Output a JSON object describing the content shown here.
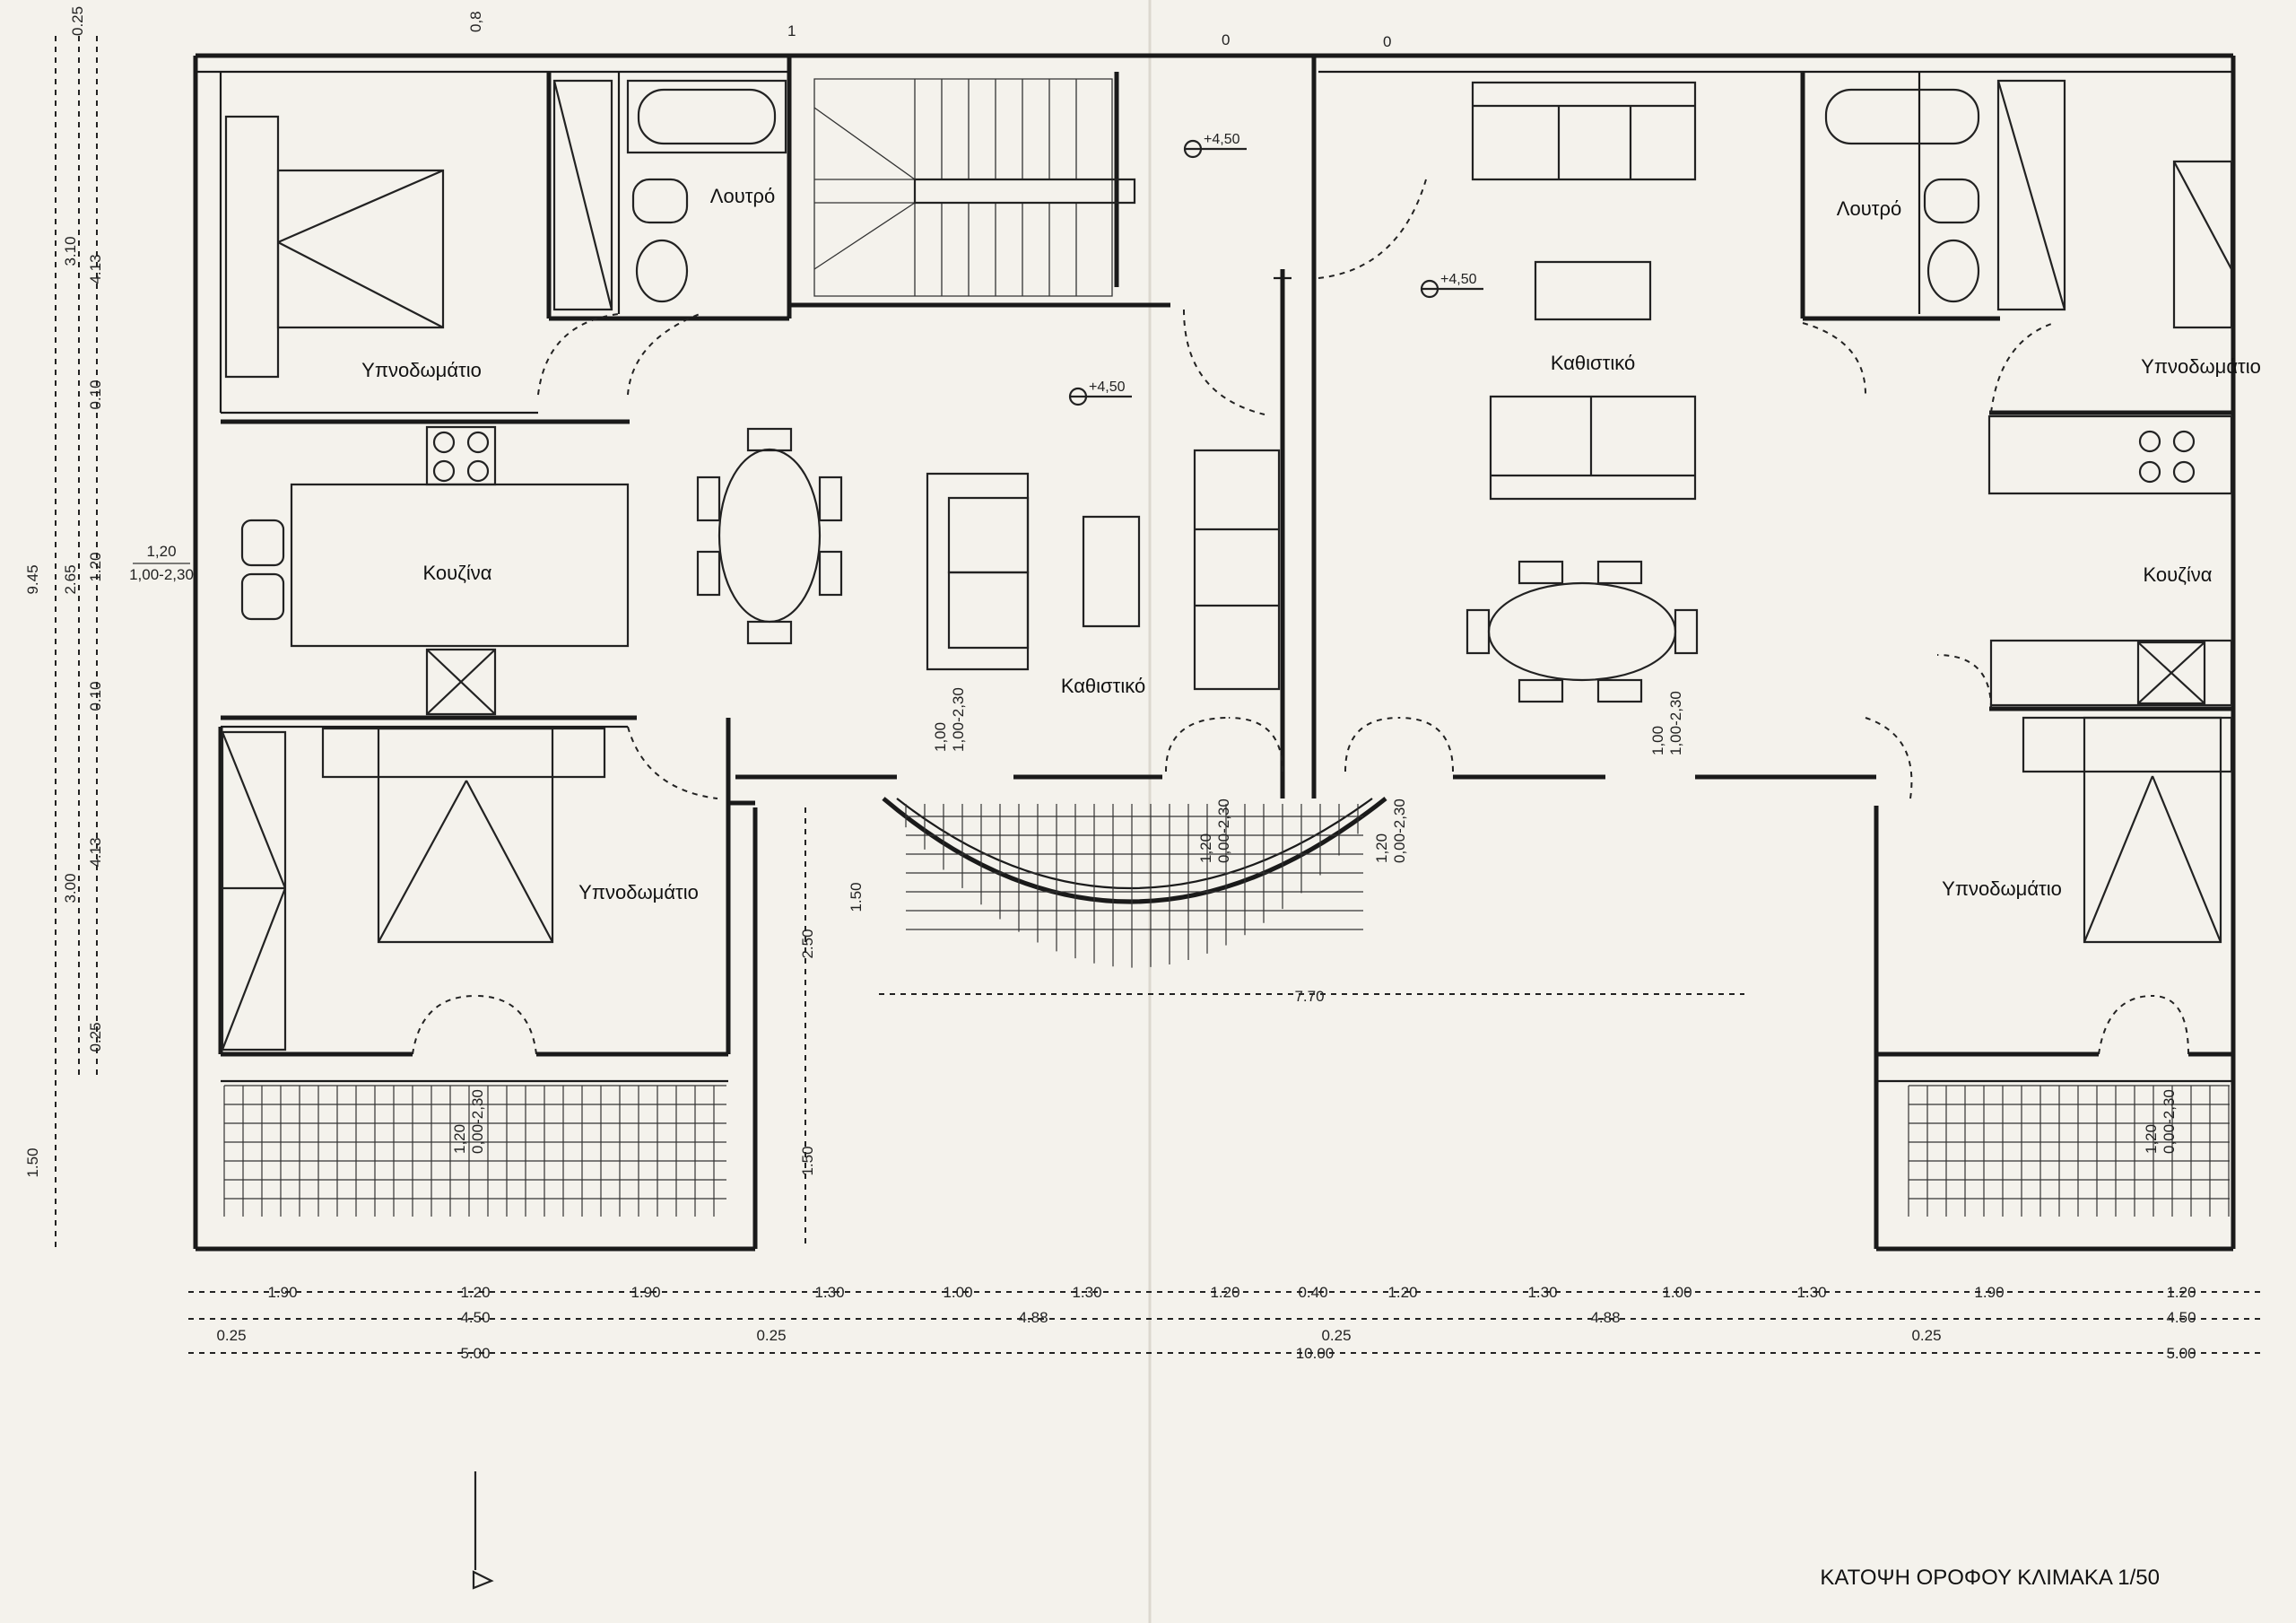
{
  "drawing": {
    "title": "ΚΑΤΟΨΗ ΟΡΟΦΟΥ ΚΛΙΜΑΚΑ 1/50",
    "scale": "1/50",
    "paper_color": "#f4f2ec",
    "line_color": "#1a1a1a"
  },
  "rooms": {
    "left_bedroom_top": "Υπνοδωμάτιο",
    "left_bath": "Λουτρό",
    "left_kitchen": "Κουζίνα",
    "left_living": "Καθιστικό",
    "left_bedroom_bottom": "Υπνοδωμάτιο",
    "right_living": "Καθιστικό",
    "right_bath": "Λουτρό",
    "right_bedroom_top": "Υπνοδωμάτιο",
    "right_kitchen": "Κουζίνα",
    "right_bedroom_bottom": "Υπνοδωμάτιο"
  },
  "levels": {
    "stair_landing": "+4,50",
    "left_living": "+4,50",
    "right_living": "+4,50"
  },
  "openings": {
    "kitchen_window": {
      "w": "1,20",
      "h": "1,00-2,30"
    },
    "left_living_door": {
      "w": "1,00",
      "h": "1,00-2,30"
    },
    "right_living_door": {
      "w": "1,00",
      "h": "1,00-2,30"
    },
    "balcony_door_left": {
      "w": "1,20",
      "h": "0,00-2,30"
    },
    "balcony_door_right": {
      "w": "1,20",
      "h": "0,00-2,30"
    },
    "bedroom_left_door": {
      "w": "1,20",
      "h": "0,00-2,30"
    },
    "bedroom_right_door": {
      "w": "1,20",
      "h": "0,00-2,30"
    }
  },
  "dimensions": {
    "row1": [
      "1.90",
      "1.20",
      "1.90",
      "1.30",
      "1.00",
      "1.30",
      "1.20",
      "0.40",
      "1.20",
      "1.30",
      "1.00",
      "1.30",
      "1.90",
      "1.20"
    ],
    "row2": [
      "4.50",
      "4.88",
      "4.88",
      "4.50"
    ],
    "row2_offsets": [
      "0.25",
      "0.25",
      "0.25",
      "0.25"
    ],
    "row3": [
      "5.00",
      "10.00",
      "5.00"
    ],
    "balcony_width": "7.70",
    "balcony_depth": "1.50",
    "light_well_a": "2.50",
    "light_well_b": "1.50",
    "top_marks": [
      "0,8",
      "1",
      "0",
      "0",
      "0.25"
    ],
    "left_vertical": {
      "outer": [
        "9.45",
        "1.50"
      ],
      "middle": [
        "3.10",
        "2.65",
        "3.00"
      ],
      "inner": [
        "4.13",
        "0.10",
        "1.20",
        "0.10",
        "4.13",
        "0.25"
      ]
    }
  }
}
